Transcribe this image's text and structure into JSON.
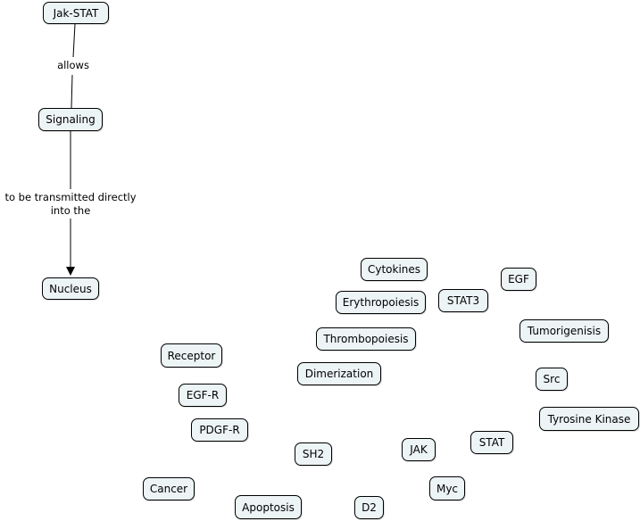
{
  "nodes": {
    "jak_stat": "Jak-STAT",
    "signaling": "Signaling",
    "nucleus": "Nucleus",
    "cytokines": "Cytokines",
    "egf": "EGF",
    "erythropoiesis": "Erythropoiesis",
    "stat3": "STAT3",
    "thrombopoiesis": "Thrombopoiesis",
    "tumorigenisis": "Tumorigenisis",
    "receptor": "Receptor",
    "dimerization": "Dimerization",
    "src": "Src",
    "egf_r": "EGF-R",
    "tyrosine_kinase": "Tyrosine Kinase",
    "pdgf_r": "PDGF-R",
    "sh2": "SH2",
    "jak": "JAK",
    "stat": "STAT",
    "myc": "Myc",
    "cancer": "Cancer",
    "apoptosis": "Apoptosis",
    "d2": "D2"
  },
  "links": {
    "allows": "allows",
    "transmitted_line1": "to be transmitted directly",
    "transmitted_line2": "into the"
  },
  "colors": {
    "node_fill": "#edf4f6",
    "node_border": "#000000",
    "line": "#000000"
  }
}
